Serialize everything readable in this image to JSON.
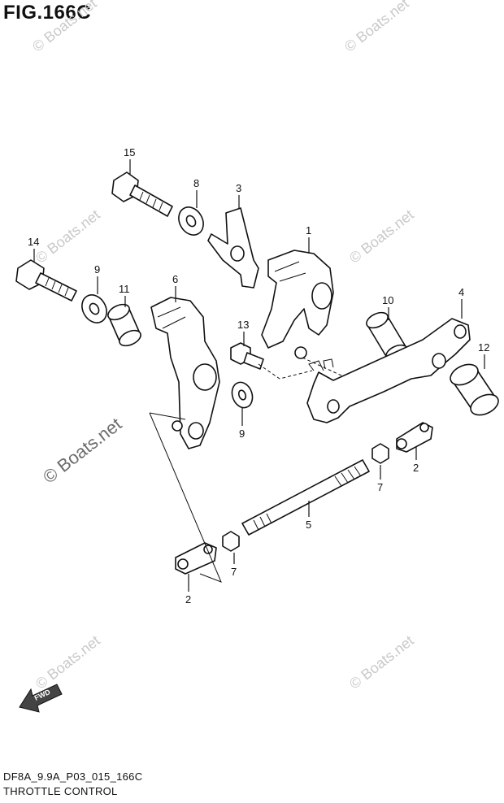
{
  "figure": {
    "title": "FIG.166C",
    "code": "DF8A_9.9A_P03_015_166C",
    "name": "THROTTLE CONTROL",
    "direction_label": "FWD"
  },
  "watermarks": {
    "text": "© Boats.net"
  },
  "callouts": [
    {
      "key": "c15",
      "text": "15"
    },
    {
      "key": "c8",
      "text": "8"
    },
    {
      "key": "c3",
      "text": "3"
    },
    {
      "key": "c1",
      "text": "1"
    },
    {
      "key": "c14",
      "text": "14"
    },
    {
      "key": "c9a",
      "text": "9"
    },
    {
      "key": "c11",
      "text": "11"
    },
    {
      "key": "c6",
      "text": "6"
    },
    {
      "key": "c13",
      "text": "13"
    },
    {
      "key": "c10",
      "text": "10"
    },
    {
      "key": "c4",
      "text": "4"
    },
    {
      "key": "c12",
      "text": "12"
    },
    {
      "key": "c9b",
      "text": "9"
    },
    {
      "key": "c2a",
      "text": "2"
    },
    {
      "key": "c7a",
      "text": "7"
    },
    {
      "key": "c5",
      "text": "5"
    },
    {
      "key": "c7b",
      "text": "7"
    },
    {
      "key": "c2b",
      "text": "2"
    }
  ]
}
